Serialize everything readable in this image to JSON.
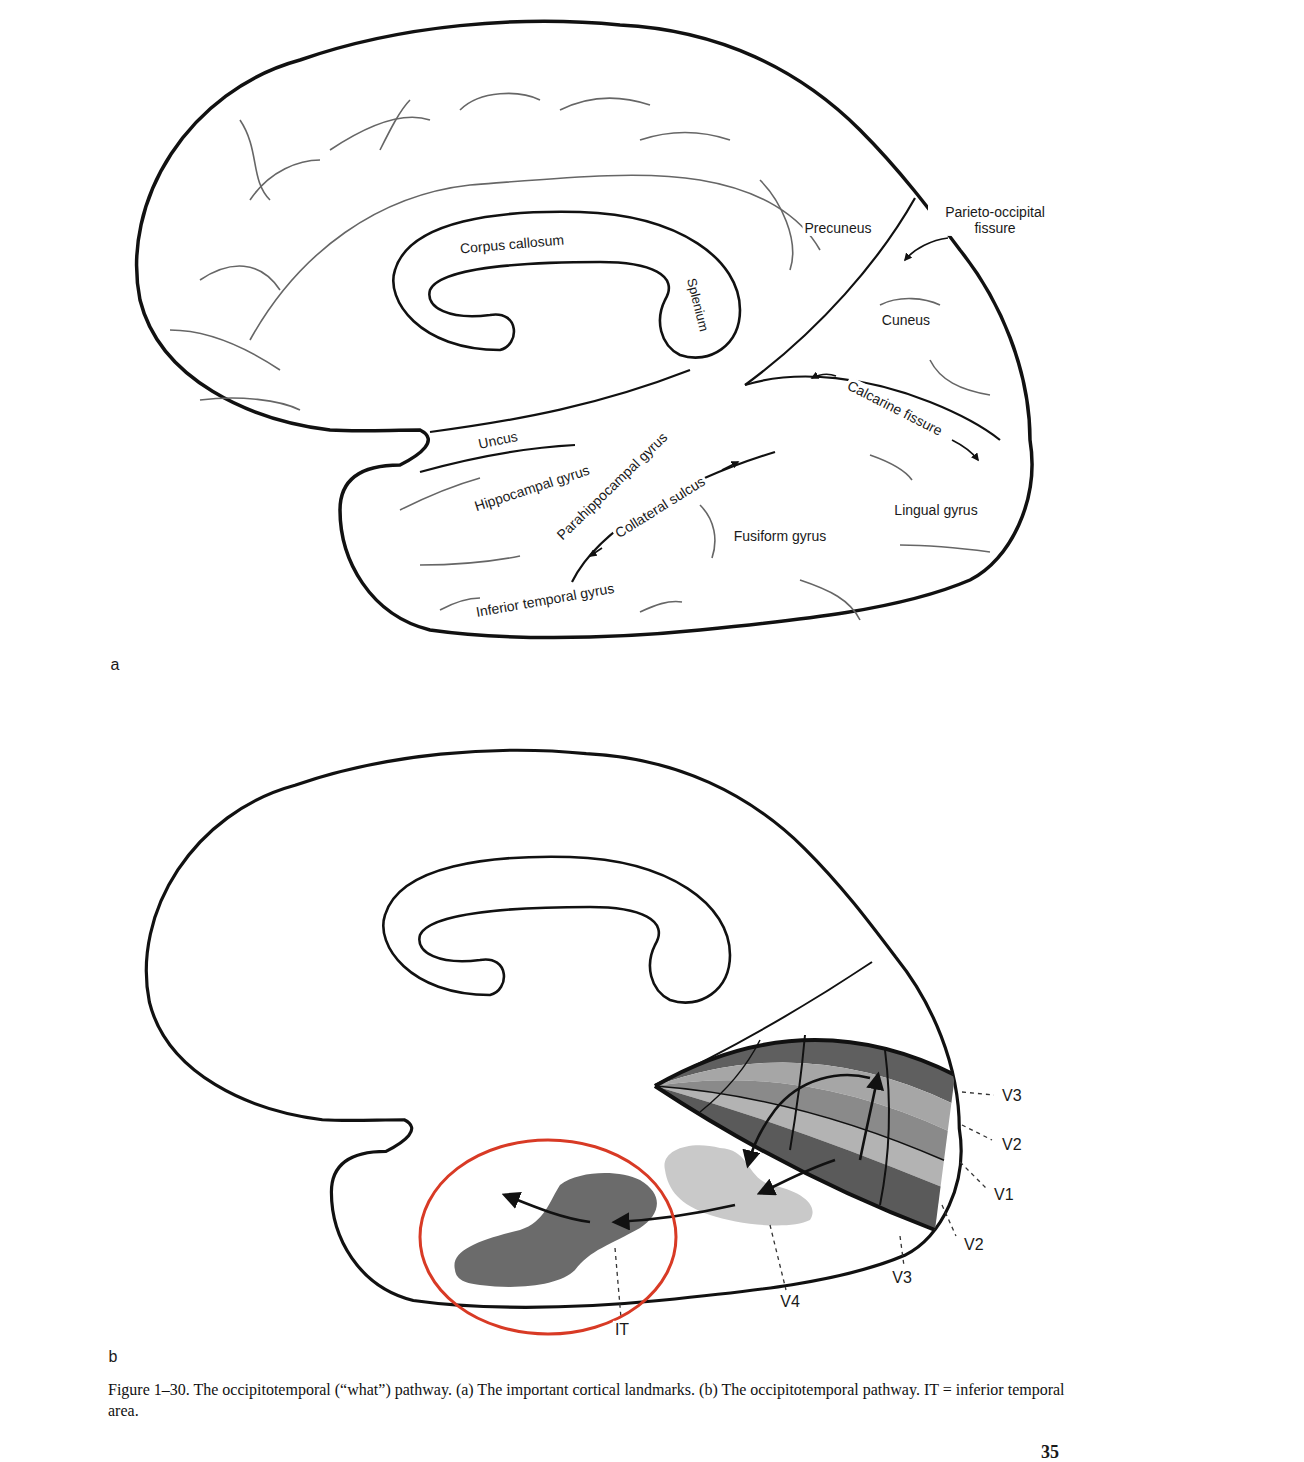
{
  "diagram": {
    "caption": "Figure 1–30. The occipitotemporal (“what”) pathway. (a) The important cortical landmarks. (b) The occipitotemporal pathway. IT = inferior temporal area.",
    "labels": [
      "Precuneus",
      "Parieto-occipital fissure",
      "Corpus callosum",
      "Splenium",
      "Cuneus",
      "Calcarine fissure",
      "Uncus",
      "Hippocampal gyrus",
      "Parahippocampal gyrus",
      "Collateral sulcus",
      "Fusiform gyrus",
      "Lingual gyrus",
      "Inferior temporal gyrus",
      "a",
      "V3",
      "V2",
      "V1",
      "V2",
      "V3",
      "V4",
      "IT",
      "b",
      "35"
    ]
  }
}
